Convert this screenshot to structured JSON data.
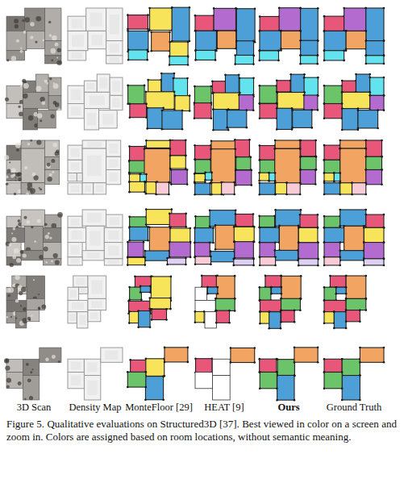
{
  "diagram": {
    "caption": "Figure 5. Qualitative evaluations on Structured3D [37]. Best viewed in color on a screen and zoom in. Colors are assigned based on room locations, without semantic meaning.",
    "labels": [
      "3D Scan",
      "Density Map",
      "MonteFloor [29]",
      "HEAT [9]",
      "Ours",
      "Ground Truth"
    ]
  }
}
